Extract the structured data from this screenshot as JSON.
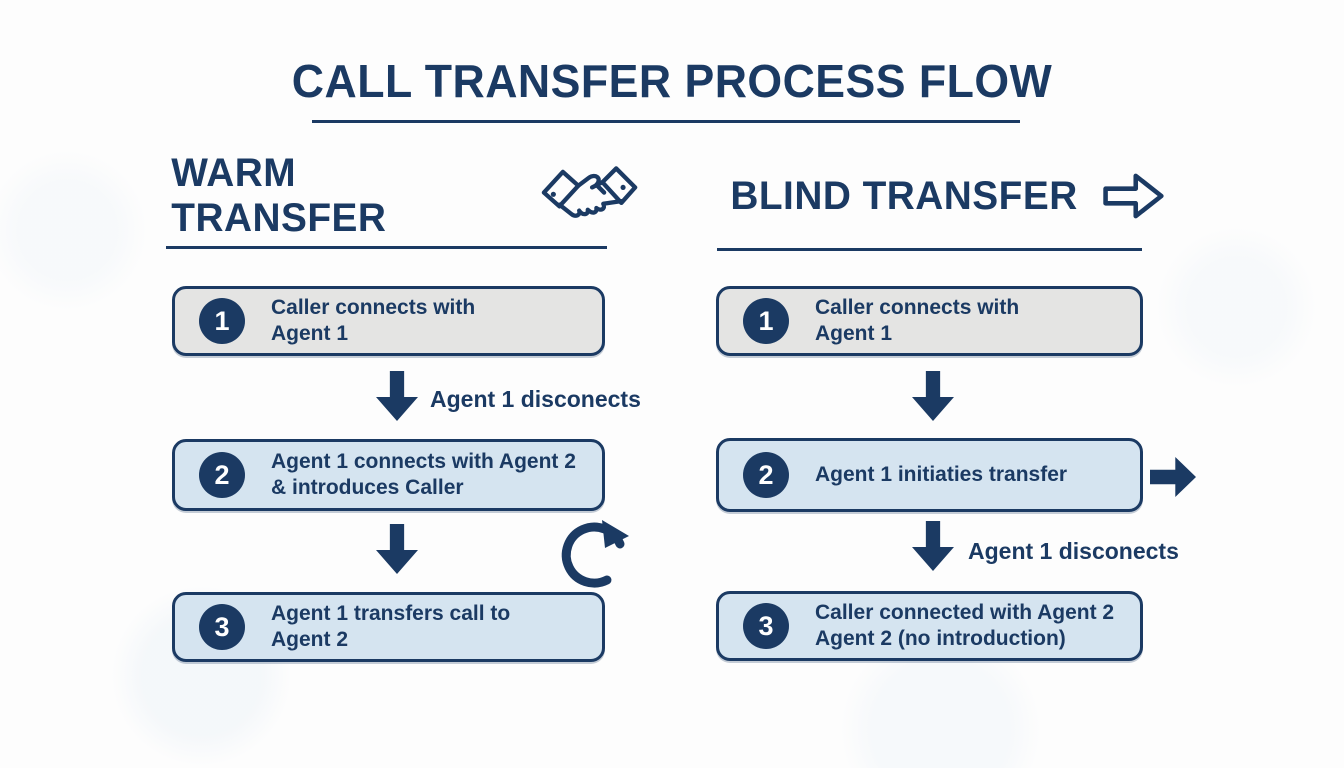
{
  "title": "CALL TRANSFER PROCESS FLOW",
  "colors": {
    "navy": "#1b3a63",
    "gray_box": "#e4e4e3",
    "blue_box": "#d5e4f0",
    "background": "#fdfdfd"
  },
  "warm": {
    "header": "WARM TRANSFER",
    "icon": "handshake-icon",
    "steps": [
      {
        "num": "1",
        "line1": "Caller connects with",
        "line2": "Agent 1"
      },
      {
        "num": "2",
        "line1": "Agent 1 connects with Agent 2",
        "line2": "& introduces Caller"
      },
      {
        "num": "3",
        "line1": "Agent 1 transfers call to",
        "line2": "Agent 2"
      }
    ],
    "arrow1_label": "Agent 1 disconects",
    "loop_icon": "loop-arrow-icon"
  },
  "blind": {
    "header": "BLIND TRANSFER",
    "icon": "arrow-right-outline-icon",
    "steps": [
      {
        "num": "1",
        "line1": "Caller connects with",
        "line2": "Agent 1"
      },
      {
        "num": "2",
        "line1": "Agent 1 initiaties transfer",
        "line2": ""
      },
      {
        "num": "3",
        "line1": "Caller connected with Agent 2",
        "line2": "Agent 2 (no introduction)"
      }
    ],
    "arrow2_label": "Agent 1 disconects"
  }
}
